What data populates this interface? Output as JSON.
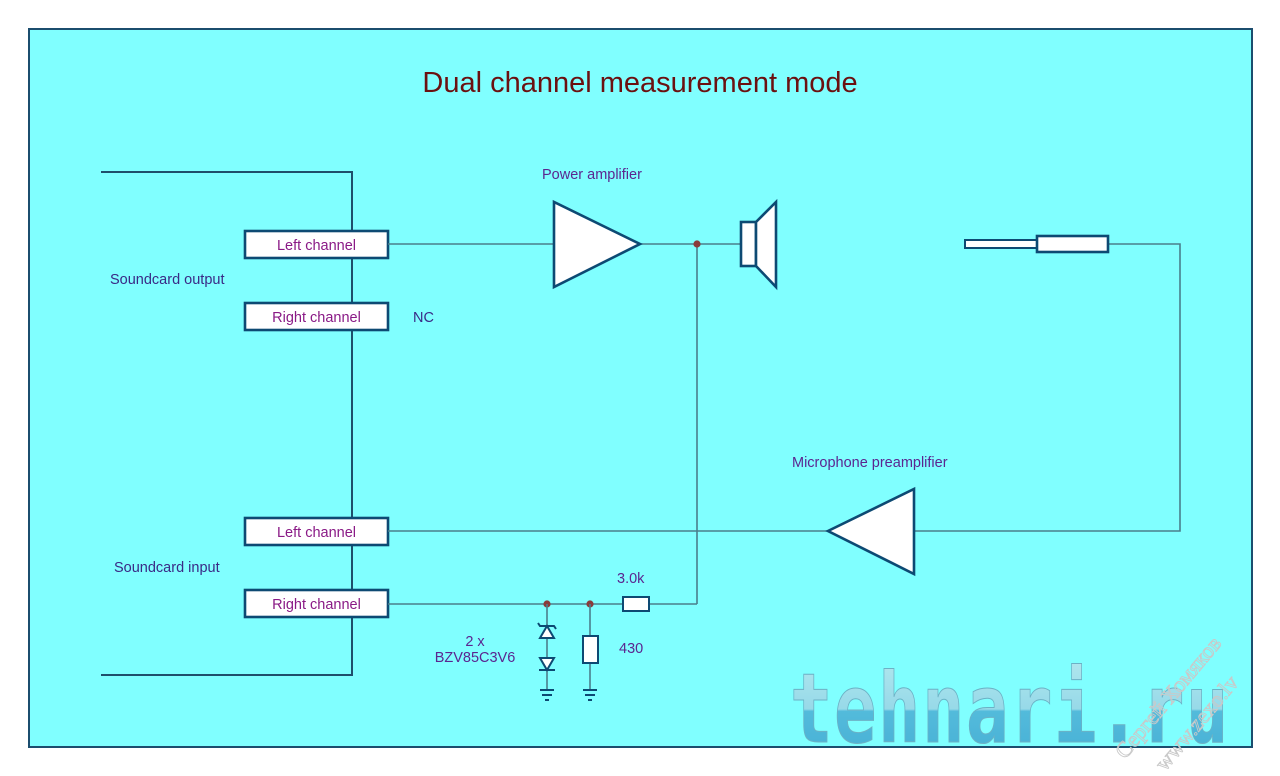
{
  "title": "Dual channel measurement mode",
  "soundcard_output": {
    "label": "Soundcard output",
    "left_channel": "Left channel",
    "right_channel": "Right channel",
    "right_channel_note": "NC"
  },
  "soundcard_input": {
    "label": "Soundcard input",
    "left_channel": "Left channel",
    "right_channel": "Right channel"
  },
  "power_amplifier": {
    "label": "Power amplifier"
  },
  "microphone_preamplifier": {
    "label": "Microphone preamplifier"
  },
  "components": {
    "series_resistor": "3.0k",
    "shunt_resistor": "430",
    "zener_count": "2 x",
    "zener_part": "BZV85C3V6"
  },
  "watermarks": {
    "logo": "tehnari.ru",
    "diagonal_line1": "Сергей Хомяков",
    "diagonal_line2": "www.zexo.lv"
  },
  "colors": {
    "background": "#80ffff",
    "component_stroke": "#0d4a73",
    "junction": "#8a3b3b",
    "title": "#6b1010"
  }
}
